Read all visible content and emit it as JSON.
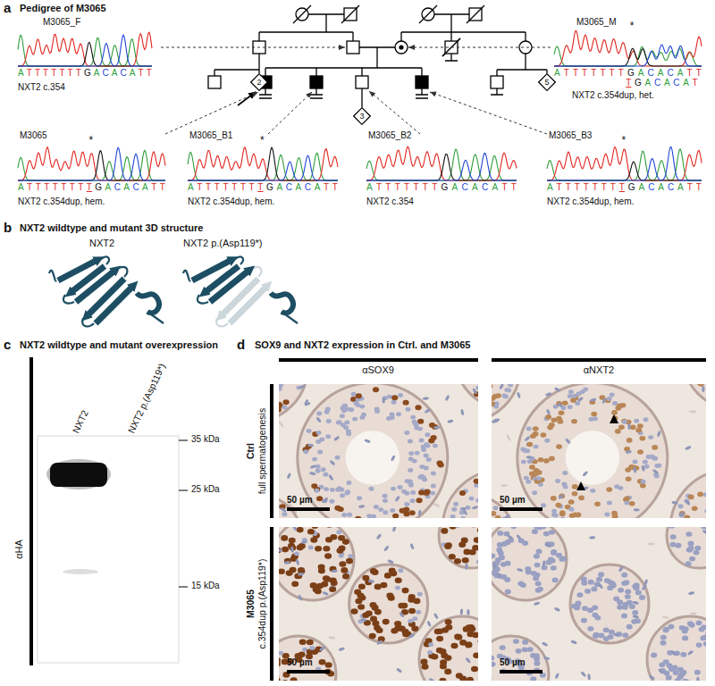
{
  "diagram": {
    "nodes": [
      {
        "text": [
          "2"
        ]
      },
      {
        "text": [
          "5"
        ]
      },
      {
        "text": [
          "3"
        ]
      },
      {
        "text": [
          "50 µm"
        ]
      },
      {
        "text": [
          "50 µm"
        ]
      },
      {
        "text": [
          "50 µm"
        ]
      },
      {
        "text": [
          "50 µm"
        ]
      }
    ],
    "labels": [
      "a",
      "Pedigree of M3065",
      "M3065_F",
      "ATTTTTTTGACACATT",
      "NXT2 c.354",
      "M3065_M",
      "*",
      "ATTTTTTTGACACATT",
      "TGACACAT",
      "NXT2 c.354dup, het.",
      "M3065",
      "*",
      "ATTTTTTTTGACACATT",
      "NXT2 c.354dup, hem.",
      "M3065_B1",
      "*",
      "ATTTTTTTTGACACATT",
      "NXT2 c.354dup, hem.",
      "M3065_B2",
      "ATTTTTTTGACACATT",
      "NXT2 c.354",
      "M3065_B3",
      "*",
      "ATTTTTTTTGACACATT",
      "NXT2 c.354dup, hem.",
      "b",
      "NXT2 wildtype and mutant 3D structure",
      "NXT2",
      "NXT2 p.(Asp119*)",
      "c",
      "NXT2 wildtype and mutant overexpression",
      "NXT2",
      "NXT2 p.(Asp119*)",
      "αHA",
      "35 kDa",
      "25 kDa",
      "15 kDa",
      "d",
      "SOX9 and NXT2 expression in Ctrl. and M3065",
      "αSOX9",
      "αNXT2",
      "Ctrl",
      "full spermatogenesis",
      "M3065",
      "c.354dup p.(Asp119*)"
    ]
  }
}
